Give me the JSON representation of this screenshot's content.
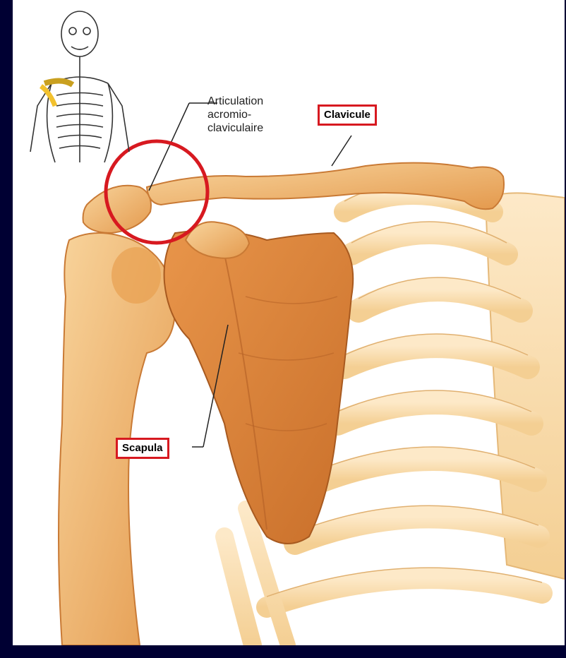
{
  "labels": {
    "ac_joint_line1": "Articulation",
    "ac_joint_line2": "acromio-",
    "ac_joint_line3": "claviculaire",
    "clavicle": "Clavicule",
    "scapula": "Scapula"
  },
  "colors": {
    "frame": "#000033",
    "highlight_red": "#d71920",
    "bone": "#f5c98a",
    "bone_dark": "#d98a3c",
    "rib": "#fbe2b8",
    "thumbnail_highlight": "#f2c12e"
  },
  "icons": {
    "skeleton_thumbnail": "skeleton-icon"
  }
}
